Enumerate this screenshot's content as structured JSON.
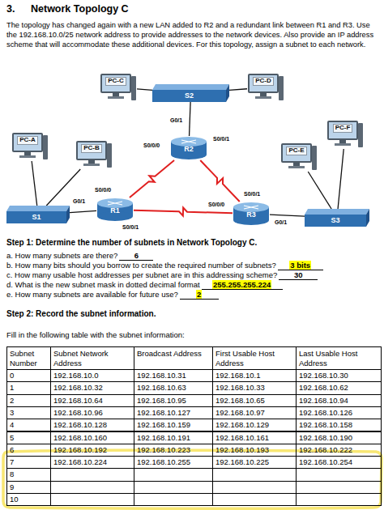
{
  "diagram": {
    "title": "Network Topology C",
    "nodes": [
      {
        "text": [
          "PC-C"
        ]
      },
      {
        "text": [
          "PC-D"
        ]
      },
      {
        "text": [
          "S2"
        ]
      },
      {
        "text": [
          "R2"
        ]
      },
      {
        "text": [
          "PC-A"
        ]
      },
      {
        "text": [
          "PC-B"
        ]
      },
      {
        "text": [
          "PC-F"
        ]
      },
      {
        "text": [
          "PC-E"
        ]
      },
      {
        "text": [
          "S1"
        ]
      },
      {
        "text": [
          "R1"
        ]
      },
      {
        "text": [
          "R3"
        ]
      },
      {
        "text": [
          "S3"
        ]
      }
    ],
    "edges": [
      {
        "from": 0,
        "to": 2,
        "arrow": "none"
      },
      {
        "from": 1,
        "to": 2,
        "arrow": "none"
      },
      {
        "from": 2,
        "to": 3,
        "arrow": "none"
      },
      {
        "from": 3,
        "to": 9,
        "arrow": "none"
      },
      {
        "from": 3,
        "to": 10,
        "arrow": "none"
      },
      {
        "from": 9,
        "to": 10,
        "arrow": "none"
      },
      {
        "from": 8,
        "to": 9,
        "arrow": "none"
      },
      {
        "from": 4,
        "to": 8,
        "arrow": "none"
      },
      {
        "from": 5,
        "to": 8,
        "arrow": "none"
      },
      {
        "from": 10,
        "to": 11,
        "arrow": "none"
      },
      {
        "from": 11,
        "to": 7,
        "arrow": "none"
      },
      {
        "from": 11,
        "to": 6,
        "arrow": "none"
      }
    ],
    "labels": [
      "G0/1",
      "S0/0/0",
      "S0/0/1",
      "S0/0/0",
      "G0/1",
      "S0/0/1",
      "S0/0/1",
      "S0/0/0",
      "G0/1",
      "3.",
      "The topology has changed again with a new LAN added to R2 and a redundant link between R1 and R3. Use the 192.168.10.0/25 network address to provide addresses to the network devices. Also provide an IP address scheme that will accommodate these additional devices. For this topology, assign a subnet to each network.",
      "Step 1: Determine the number of subnets in Network Topology C.",
      "a. How many subnets are there?",
      "6",
      "b. How many bits should you borrow to create the required number of subnets?",
      "3 bits",
      "c. How many usable host addresses per subnet are in this addressing scheme?",
      "30",
      "d. What is the new subnet mask in dotted decimal format",
      "255.255.255.224",
      "e. How many subnets are available for future use?",
      "2",
      "Step 2: Record the subnet information.",
      "Fill in the following table with the subnet information:",
      "Subnet Number",
      "Subnet Network Address",
      "Broadcast Address",
      "First Usable Host Address",
      "Last Usable Host Address",
      "0",
      "192.168.10.0",
      "192.168.10.31",
      "192.168.10.1",
      "192.168.10.30",
      "1",
      "192.168.10.32",
      "192.168.10.63",
      "192.168.10.33",
      "192.168.10.62",
      "2",
      "192.168.10.64",
      "192.168.10.95",
      "192.168.10.65",
      "192.168.10.94",
      "3",
      "192.168.10.96",
      "192.168.10.127",
      "192.168.10.97",
      "192.168.10.126",
      "4",
      "192.168.10.128",
      "192.168.10.159",
      "192.168.10.129",
      "192.168.10.158",
      "5",
      "192.168.10.160",
      "192.168.10.191",
      "192.168.10.161",
      "192.168.10.190",
      "6",
      "192.168.10.192",
      "192.168.10.223",
      "192.168.10.193",
      "192.168.10.222",
      "7",
      "192.168.10.224",
      "192.168.10.255",
      "192.168.10.225",
      "192.168.10.254",
      "8",
      "9",
      "10"
    ]
  }
}
